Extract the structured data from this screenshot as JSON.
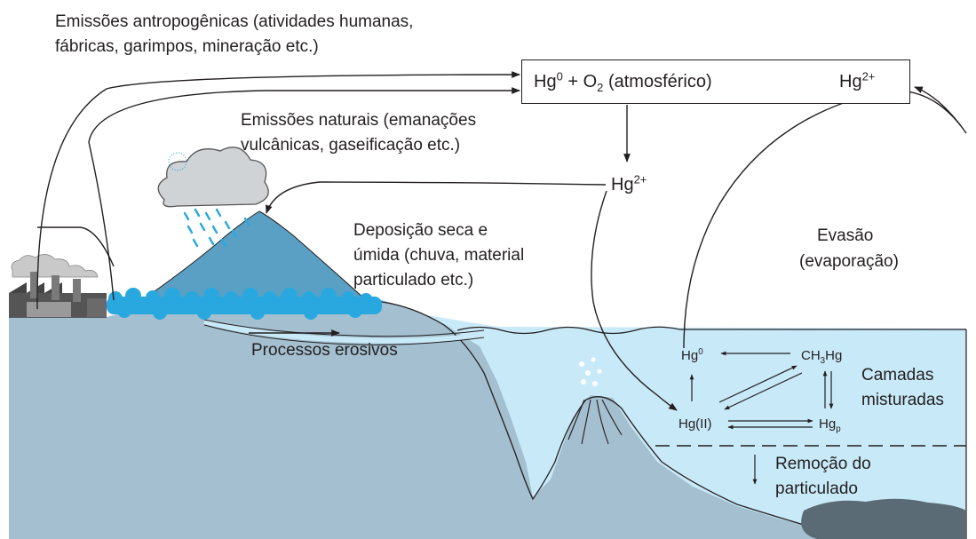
{
  "labels": {
    "anthropogenic_1": "Emissões antropogênicas (atividades humanas,",
    "anthropogenic_2": "fábricas, garimpos, mineração  etc.)",
    "natural_1": "Emissões naturais (emanações",
    "natural_2": "vulcânicas, gaseificação  etc.)",
    "deposition_1": "Deposição seca e",
    "deposition_2": "úmida (chuva, material",
    "deposition_3": "particulado  etc.)",
    "evasion_1": "Evasão",
    "evasion_2": "(evaporação)",
    "erosion": "Processos erosivos",
    "mixed_1": "Camadas",
    "mixed_2": "misturadas",
    "removal_1": "Remoção do",
    "removal_2": "particulado"
  },
  "atmosphere": {
    "hg": "Hg",
    "hg0_sup": "0",
    "plus": " + O",
    "o2_sub": "2",
    "atm": " (atmosférico)",
    "hg2_base": "Hg",
    "hg2_sup": "2+"
  },
  "hg2_mid": {
    "base": "Hg",
    "sup": "2+"
  },
  "water_species": {
    "hg0_base": "Hg",
    "hg0_sup": "0",
    "ch3_a": "CH",
    "ch3_sub": "3",
    "ch3_b": "Hg",
    "hgii": "Hg(II)",
    "hgp_base": "Hg",
    "hgp_sub": "p"
  },
  "colors": {
    "land": "#a4bfcf",
    "water": "#c8e9f8",
    "mountain": "#5aa0c4",
    "forest": "#29a8e0",
    "sediment": "#5b6b76",
    "cloud": "#cfd3d6",
    "smoke": "#c9c9c9",
    "factory": "#555555",
    "line": "#231f20"
  }
}
